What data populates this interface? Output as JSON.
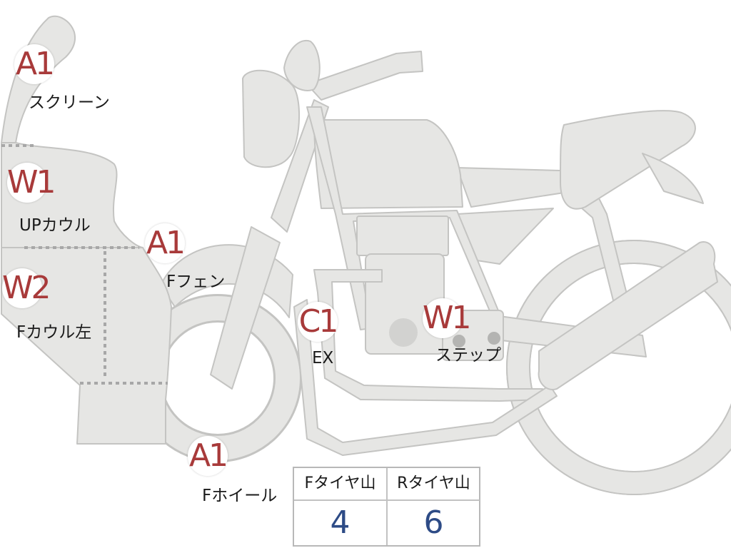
{
  "markers": [
    {
      "id": "screen",
      "code": "A1",
      "label": "スクリーン"
    },
    {
      "id": "up-cowl",
      "code": "W1",
      "label": "UPカウル"
    },
    {
      "id": "f-cowl-left",
      "code": "W2",
      "label": "Fカウル左"
    },
    {
      "id": "f-fender",
      "code": "A1",
      "label": "Fフェン"
    },
    {
      "id": "exhaust",
      "code": "C1",
      "label": "EX"
    },
    {
      "id": "step",
      "code": "W1",
      "label": "ステップ"
    },
    {
      "id": "f-wheel",
      "code": "A1",
      "label": "Fホイール"
    }
  ],
  "tire_table": {
    "front": {
      "header": "Fタイヤ山",
      "value": "4"
    },
    "rear": {
      "header": "Rタイヤ山",
      "value": "6"
    }
  },
  "colors": {
    "part_fill": "#e6e6e4",
    "part_stroke": "#c4c4c2",
    "badge_text": "#a83a3a",
    "value_text": "#2d4b86"
  }
}
